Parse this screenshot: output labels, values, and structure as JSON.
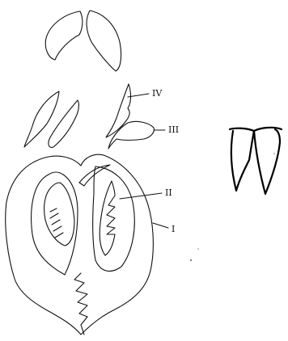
{
  "labels": {
    "iv": "IV",
    "iii": "III",
    "ii": "II",
    "i": "I"
  }
}
